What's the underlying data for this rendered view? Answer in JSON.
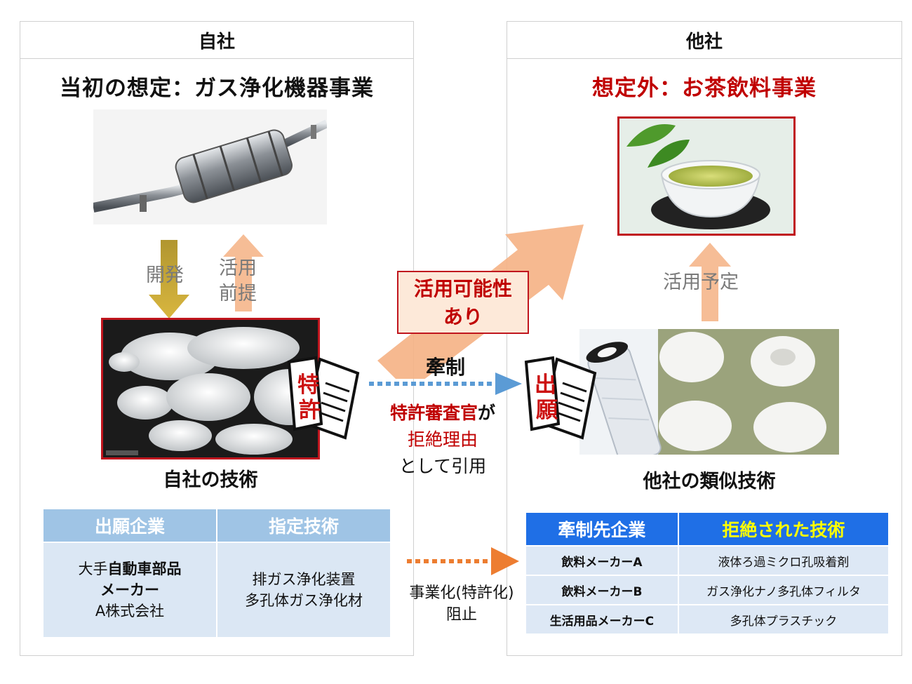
{
  "left_panel": {
    "header": "自社",
    "title": "当初の想定：ガス浄化機器事業",
    "arrow_down_label": "開発",
    "arrow_up_label_1": "活用",
    "arrow_up_label_2": "前提",
    "tech_label": "自社の技術",
    "patent_doc": [
      "特",
      "許"
    ],
    "table": {
      "headers": [
        "出願企業",
        "指定技術"
      ],
      "company_line1_prefix": "大手",
      "company_line1_bold": "自動車部品",
      "company_line2": "メーカー",
      "company_line3": "A株式会社",
      "tech_line1": "排ガス浄化装置",
      "tech_line2": "多孔体ガス浄化材"
    }
  },
  "right_panel": {
    "header": "他社",
    "title": "想定外：お茶飲料事業",
    "arrow_up_label": "活用予定",
    "tech_label": "他社の類似技術",
    "app_doc": [
      "出",
      "願"
    ],
    "table": {
      "headers": [
        "牽制先企業",
        "拒絶された技術"
      ],
      "rows": [
        [
          "飲料メーカーA",
          "液体ろ過ミクロ孔吸着剤"
        ],
        [
          "飲料メーカーB",
          "ガス浄化ナノ多孔体フィルタ"
        ],
        [
          "生活用品メーカーC",
          "多孔体プラスチック"
        ]
      ]
    }
  },
  "center": {
    "possibility_line1": "活用可能性",
    "possibility_line2": "あり",
    "restraint": "牽制",
    "examiner_bold": "特許審査官",
    "examiner_suffix": "が",
    "reason": "拒絶理由",
    "cited": "として引用",
    "block_line1": "事業化(特許化)",
    "block_line2": "阻止"
  },
  "colors": {
    "accent_red": "#c00000",
    "frame_red": "#c0161e",
    "salmon_arrow": "#f5b184",
    "gold_arrow": "#c9a227",
    "blue_arrow": "#5b9bd5",
    "orange_arrow": "#ed7d31",
    "left_table_head": "#9fc4e5",
    "right_table_head": "#1f6fe6",
    "right_table_head_text2": "#ffff00"
  }
}
